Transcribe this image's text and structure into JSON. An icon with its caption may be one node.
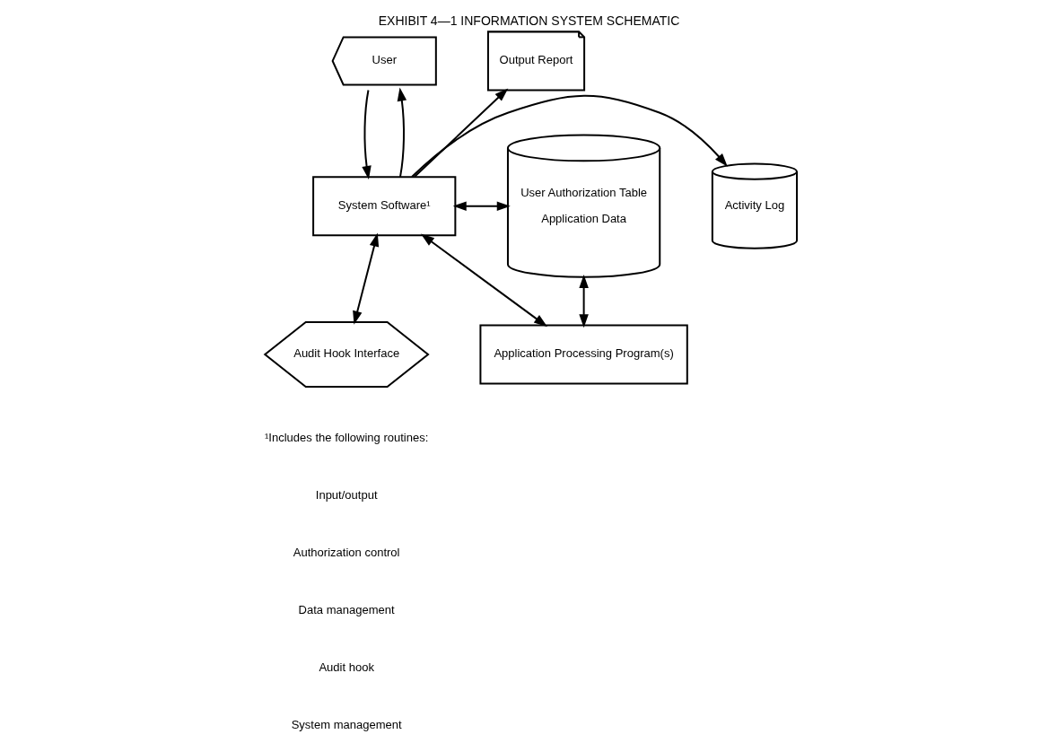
{
  "diagram": {
    "title": "EXHIBIT 4—1 INFORMATION SYSTEM SCHEMATIC",
    "nodes": [
      {
        "text": [
          "User"
        ]
      },
      {
        "text": [
          "Output Report"
        ]
      },
      {
        "text": [
          "Activity Log"
        ]
      },
      {
        "text": [
          "System Software¹"
        ]
      },
      {
        "text": [
          "User Authorization Table",
          "Application Data"
        ]
      },
      {
        "text": [
          "Audit Hook Interface"
        ]
      },
      {
        "text": [
          "Application Processing Program(s)"
        ]
      }
    ],
    "edges": [
      {
        "from": 0,
        "to": 3,
        "arrow": "to"
      },
      {
        "from": 3,
        "to": 0,
        "arrow": "to"
      },
      {
        "from": 3,
        "to": 1,
        "arrow": "to"
      },
      {
        "from": 3,
        "to": 2,
        "arrow": "to"
      },
      {
        "from": 3,
        "to": 4,
        "arrow": "both"
      },
      {
        "from": 3,
        "to": 5,
        "arrow": "both"
      },
      {
        "from": 3,
        "to": 6,
        "arrow": "both"
      },
      {
        "from": 6,
        "to": 4,
        "arrow": "both"
      }
    ],
    "labels": [
      "¹Includes the following routines:",
      "Input/output",
      "Authorization control",
      "Data management",
      "Audit hook",
      "System management"
    ]
  }
}
